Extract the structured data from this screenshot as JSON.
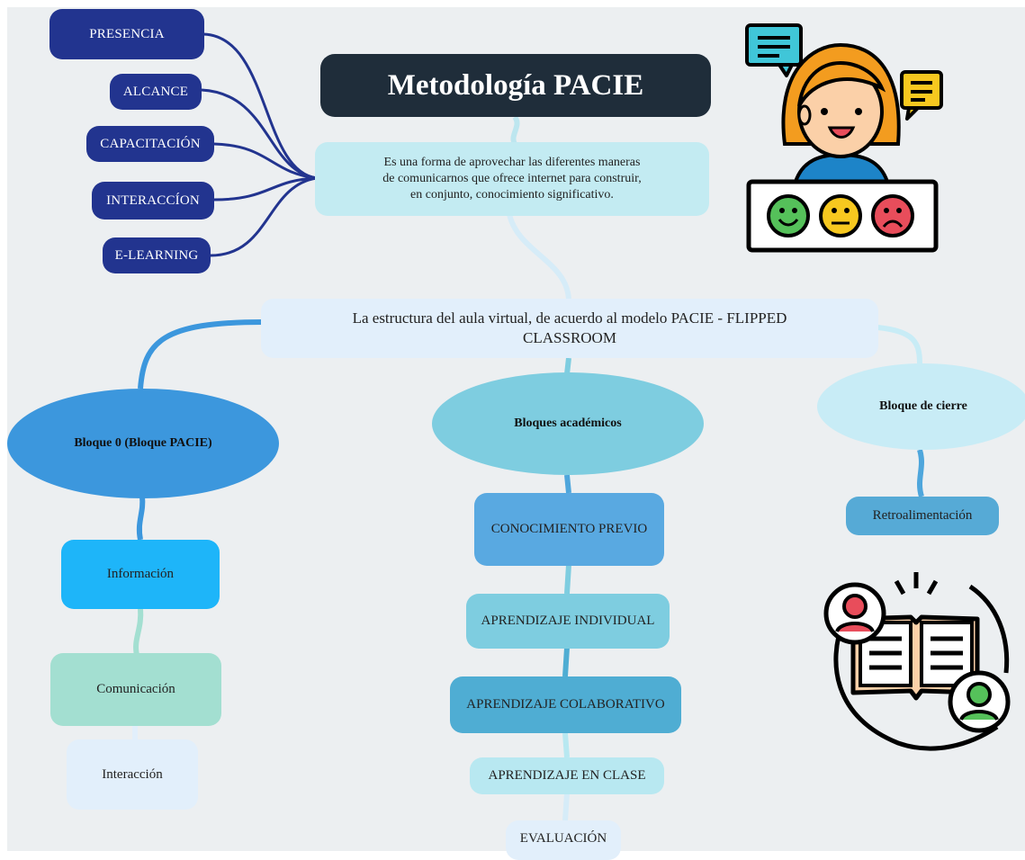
{
  "left_pills": [
    "PRESENCIA",
    "ALCANCE",
    "CAPACITACIÓN",
    "INTERACCÍON",
    "E-LEARNING"
  ],
  "title": "Metodología PACIE",
  "description": [
    "Es una forma de aprovechar las diferentes maneras",
    "de comunicarnos que ofrece internet para construir,",
    "en conjunto, conocimiento significativo."
  ],
  "structure": [
    "La estructura del aula virtual, de acuerdo al modelo PACIE - FLIPPED",
    "CLASSROOM"
  ],
  "block0": {
    "label": "Bloque 0 (Bloque PACIE)",
    "children": [
      "Información",
      "Comunicación",
      "Interacción"
    ]
  },
  "academic": {
    "label": "Bloques académicos",
    "children": [
      "CONOCIMIENTO PREVIO",
      "APRENDIZAJE INDIVIDUAL",
      "APRENDIZAJE COLABORATIVO",
      "APRENDIZAJE EN CLASE",
      "EVALUACIÓN"
    ]
  },
  "closing": {
    "label": "Bloque de cierre",
    "children": [
      "Retroalimentación"
    ]
  },
  "icons": [
    "feedback-person-icon",
    "reading-book-icon"
  ],
  "colors": {
    "pill": "#22348f",
    "title": "#1f2d3a",
    "desc": "#c3ebf2",
    "block0": "#3c97dd",
    "academic": "#7ecde0",
    "closing": "#c8ecf6"
  }
}
